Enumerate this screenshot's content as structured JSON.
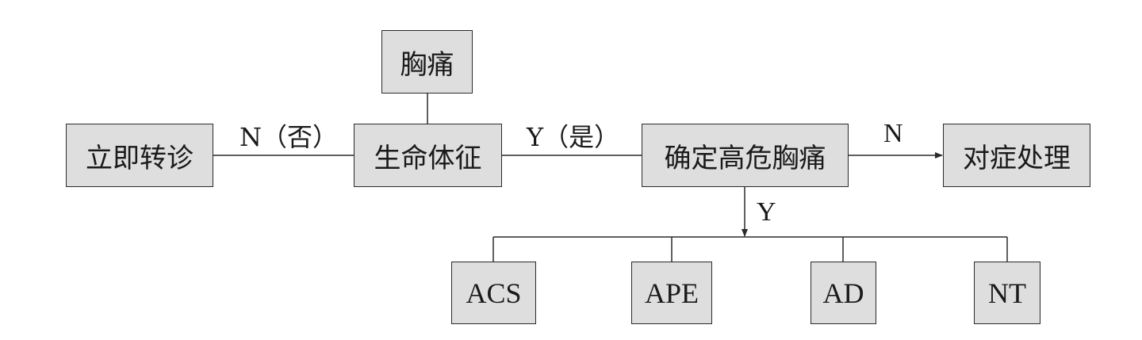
{
  "nodes": {
    "chest_pain": "胸痛",
    "immediate_referral": "立即转诊",
    "vital_signs": "生命体征",
    "high_risk_chest_pain": "确定高危胸痛",
    "symptomatic_treatment": "对症处理",
    "acs": "ACS",
    "ape": "APE",
    "ad": "AD",
    "nt": "NT"
  },
  "edge_labels": {
    "vital_to_referral": "N（否）",
    "vital_to_highrisk": "Y（是）",
    "highrisk_to_symptomatic": "N",
    "highrisk_to_branches": "Y"
  },
  "colors": {
    "box_fill": "#dedede",
    "line": "#2a2a2a"
  }
}
